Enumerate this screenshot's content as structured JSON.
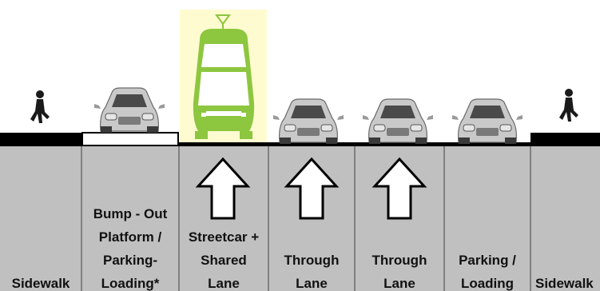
{
  "lanes": [
    {
      "id": "sidewalk-left",
      "lines": [
        "Sidewalk"
      ],
      "icon": "pedestrian-icon"
    },
    {
      "id": "bump-out",
      "lines": [
        "Bump - Out",
        "Platform /",
        "Parking-",
        "Loading*"
      ],
      "icon": "car-icon"
    },
    {
      "id": "streetcar",
      "lines": [
        "Streetcar +",
        "Shared",
        "Lane"
      ],
      "icon": "streetcar-icon",
      "arrow": "up-arrow-icon"
    },
    {
      "id": "through-1",
      "lines": [
        "Through",
        "Lane"
      ],
      "icon": "car-icon",
      "arrow": "up-arrow-icon"
    },
    {
      "id": "through-2",
      "lines": [
        "Through",
        "Lane"
      ],
      "icon": "car-icon",
      "arrow": "up-arrow-icon"
    },
    {
      "id": "parking",
      "lines": [
        "Parking /",
        "Loading"
      ],
      "icon": "car-icon"
    },
    {
      "id": "sidewalk-right",
      "lines": [
        "Sidewalk"
      ],
      "icon": "pedestrian-icon"
    }
  ],
  "colors": {
    "lane_fill": "#c0c0c0",
    "lane_divider": "#6b6b6b",
    "curb": "#000000",
    "streetcar_green": "#8dc63f",
    "streetcar_highlight": "#fffbd0",
    "car_body": "#c9c9c9",
    "car_dark": "#4a4a4a",
    "pedestrian": "#1a1a1a"
  }
}
